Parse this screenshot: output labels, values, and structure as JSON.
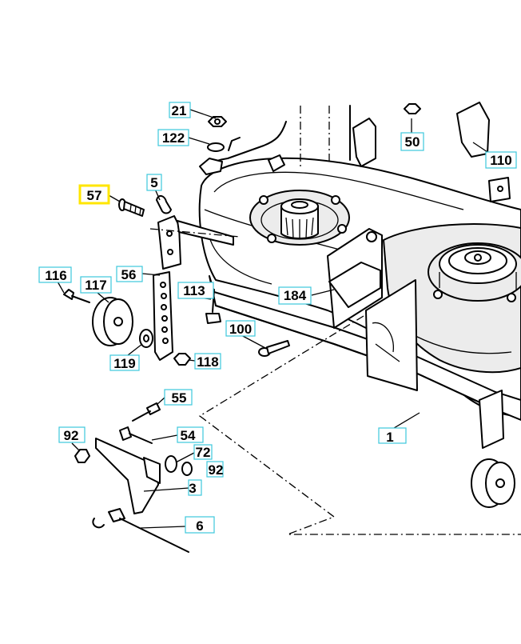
{
  "diagram": {
    "highlight_color": "#ffe600",
    "label_box_color": "#3cc8dc",
    "callouts": [
      {
        "id": "21",
        "text": "21"
      },
      {
        "id": "122",
        "text": "122"
      },
      {
        "id": "50",
        "text": "50"
      },
      {
        "id": "110",
        "text": "110"
      },
      {
        "id": "57",
        "text": "57",
        "highlighted": true
      },
      {
        "id": "5",
        "text": "5"
      },
      {
        "id": "116",
        "text": "116"
      },
      {
        "id": "117",
        "text": "117"
      },
      {
        "id": "56",
        "text": "56"
      },
      {
        "id": "113",
        "text": "113"
      },
      {
        "id": "184",
        "text": "184"
      },
      {
        "id": "100",
        "text": "100"
      },
      {
        "id": "119",
        "text": "119"
      },
      {
        "id": "118",
        "text": "118"
      },
      {
        "id": "55",
        "text": "55"
      },
      {
        "id": "92a",
        "text": "92"
      },
      {
        "id": "54",
        "text": "54"
      },
      {
        "id": "72",
        "text": "72"
      },
      {
        "id": "92b",
        "text": "92"
      },
      {
        "id": "3",
        "text": "3"
      },
      {
        "id": "1",
        "text": "1"
      },
      {
        "id": "6",
        "text": "6"
      }
    ]
  }
}
